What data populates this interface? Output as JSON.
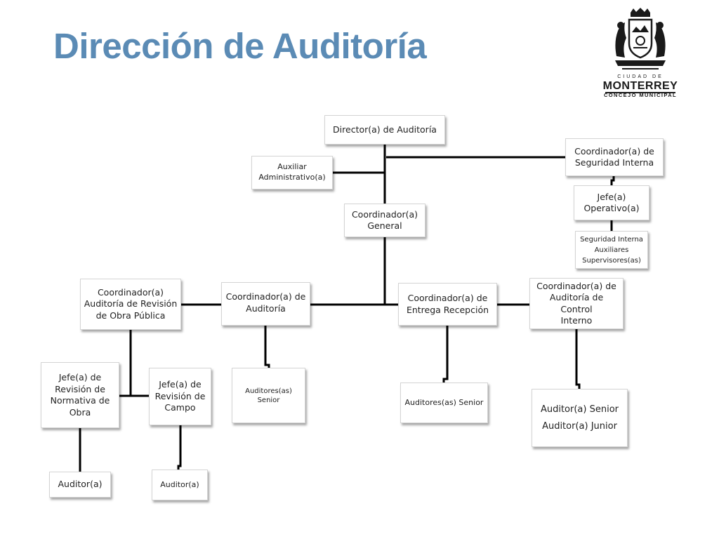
{
  "slide": {
    "title": "Dirección de Auditoría"
  },
  "logo": {
    "line1": "CIUDAD DE",
    "line2": "MONTERREY",
    "line3": "CONCEJO MUNICIPAL"
  },
  "org_chart": {
    "director": "Director(a) de Auditoría",
    "auxiliar": [
      "Auxiliar",
      "Administrativo(a)"
    ],
    "coord_seguridad": [
      "Coordinador(a) de",
      "Seguridad Interna"
    ],
    "jefe_operativo": [
      "Jefe(a)",
      "Operativo(a)"
    ],
    "seguridad_staff": [
      "Seguridad Interna",
      "Auxiliares",
      "Supervisores(as)"
    ],
    "coord_general": [
      "Coordinador(a)",
      "General"
    ],
    "coord_obra_publica": [
      "Coordinador(a)",
      "Auditoría de Revisión",
      "de Obra Pública"
    ],
    "coord_auditoria": [
      "Coordinador(a) de",
      "Auditoría"
    ],
    "coord_entrega": [
      "Coordinador(a) de",
      "Entrega Recepción"
    ],
    "coord_control_interno": [
      "Coordinador(a) de",
      "Auditoría de Control",
      "Interno"
    ],
    "jefe_normativa": [
      "Jefe(a) de",
      "Revisión de",
      "Normativa de",
      "Obra"
    ],
    "jefe_campo": [
      "Jefe(a) de",
      "Revisión de",
      "Campo"
    ],
    "auditores_senior_1": [
      "Auditores(as)",
      "Senior"
    ],
    "auditores_senior_2": "Auditores(as) Senior",
    "auditor_senior_junior": [
      "Auditor(a) Senior",
      "Auditor(a) Junior"
    ],
    "auditor_1": "Auditor(a)",
    "auditor_2": "Auditor(a)"
  },
  "colors": {
    "title": "#5b8bb5",
    "connector": "#000000",
    "box_border": "#d4d4d4"
  }
}
